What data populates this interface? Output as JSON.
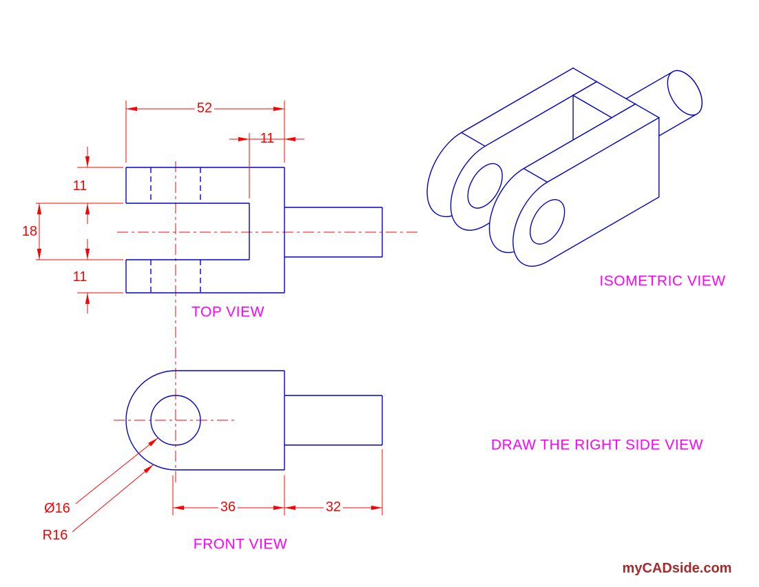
{
  "drawing": {
    "labels": {
      "top_view": "TOP VIEW",
      "front_view": "FRONT VIEW",
      "isometric_view": "ISOMETRIC VIEW",
      "instruction": "DRAW THE RIGHT SIDE VIEW",
      "watermark": "myCADside.com"
    },
    "dimensions": {
      "overall_width": "52",
      "web_thickness": "11",
      "prong_top": "11",
      "slot_width": "18",
      "prong_bottom": "11",
      "body_length": "36",
      "shaft_length": "32",
      "hole_diameter": "Ø16",
      "end_radius": "R16"
    },
    "colors": {
      "part_lines": "#0000cc",
      "dimension_lines": "#ff0000",
      "view_labels": "#ff00ff",
      "watermark": "#a52a2a",
      "background": "#ffffff"
    }
  }
}
